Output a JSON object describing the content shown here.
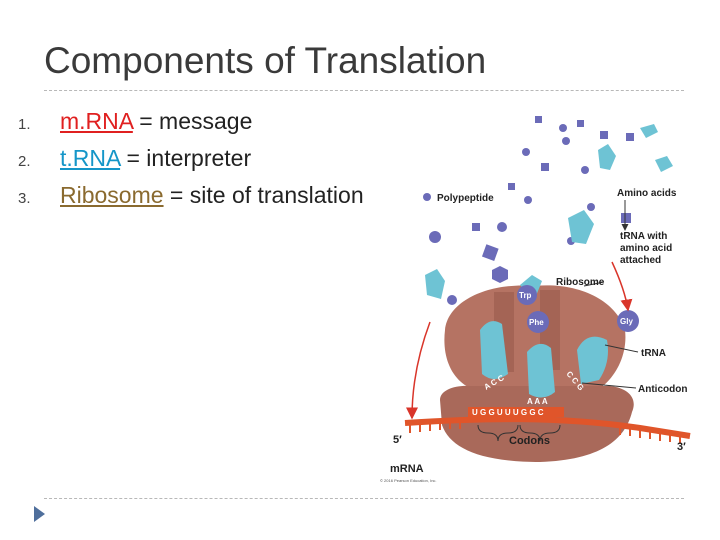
{
  "slide": {
    "title": "Components of Translation",
    "items": [
      {
        "number": "1.",
        "term": "m.RNA",
        "term_color": "#e02020",
        "rest": " = message"
      },
      {
        "number": "2.",
        "term": "t.RNA",
        "term_color": "#1596c8",
        "rest": " = interpreter"
      },
      {
        "number": "3.",
        "term": "Ribosome",
        "term_color": "#8a6a2f",
        "rest": " = site of translation"
      }
    ]
  },
  "diagram": {
    "polypeptide": "Polypeptide",
    "amino_acids": "Amino acids",
    "trna_attached": "tRNA with amino acid attached",
    "ribosome": "Ribosome",
    "trna": "tRNA",
    "anticodon": "Anticodon",
    "codons": "Codons",
    "mrna": "mRNA",
    "five_prime": "5′",
    "three_prime": "3′",
    "aa_trp": "Trp",
    "aa_phe": "Phe",
    "aa_gly": "Gly",
    "anticodon_left": "A C C",
    "anticodon_mid": "A A A",
    "anticodon_right": "C C G",
    "codon_seq": "U G G U U U G G C",
    "copyright": "© 2016 Pearson Education, Inc."
  },
  "colors": {
    "title": "#3a3a3a",
    "ribosome": "#b57363",
    "trna": "#6ec3d4",
    "aa": "#6b6bb8",
    "mrna": "#e0552a",
    "bullet_arrow": "#4f6f9c"
  }
}
